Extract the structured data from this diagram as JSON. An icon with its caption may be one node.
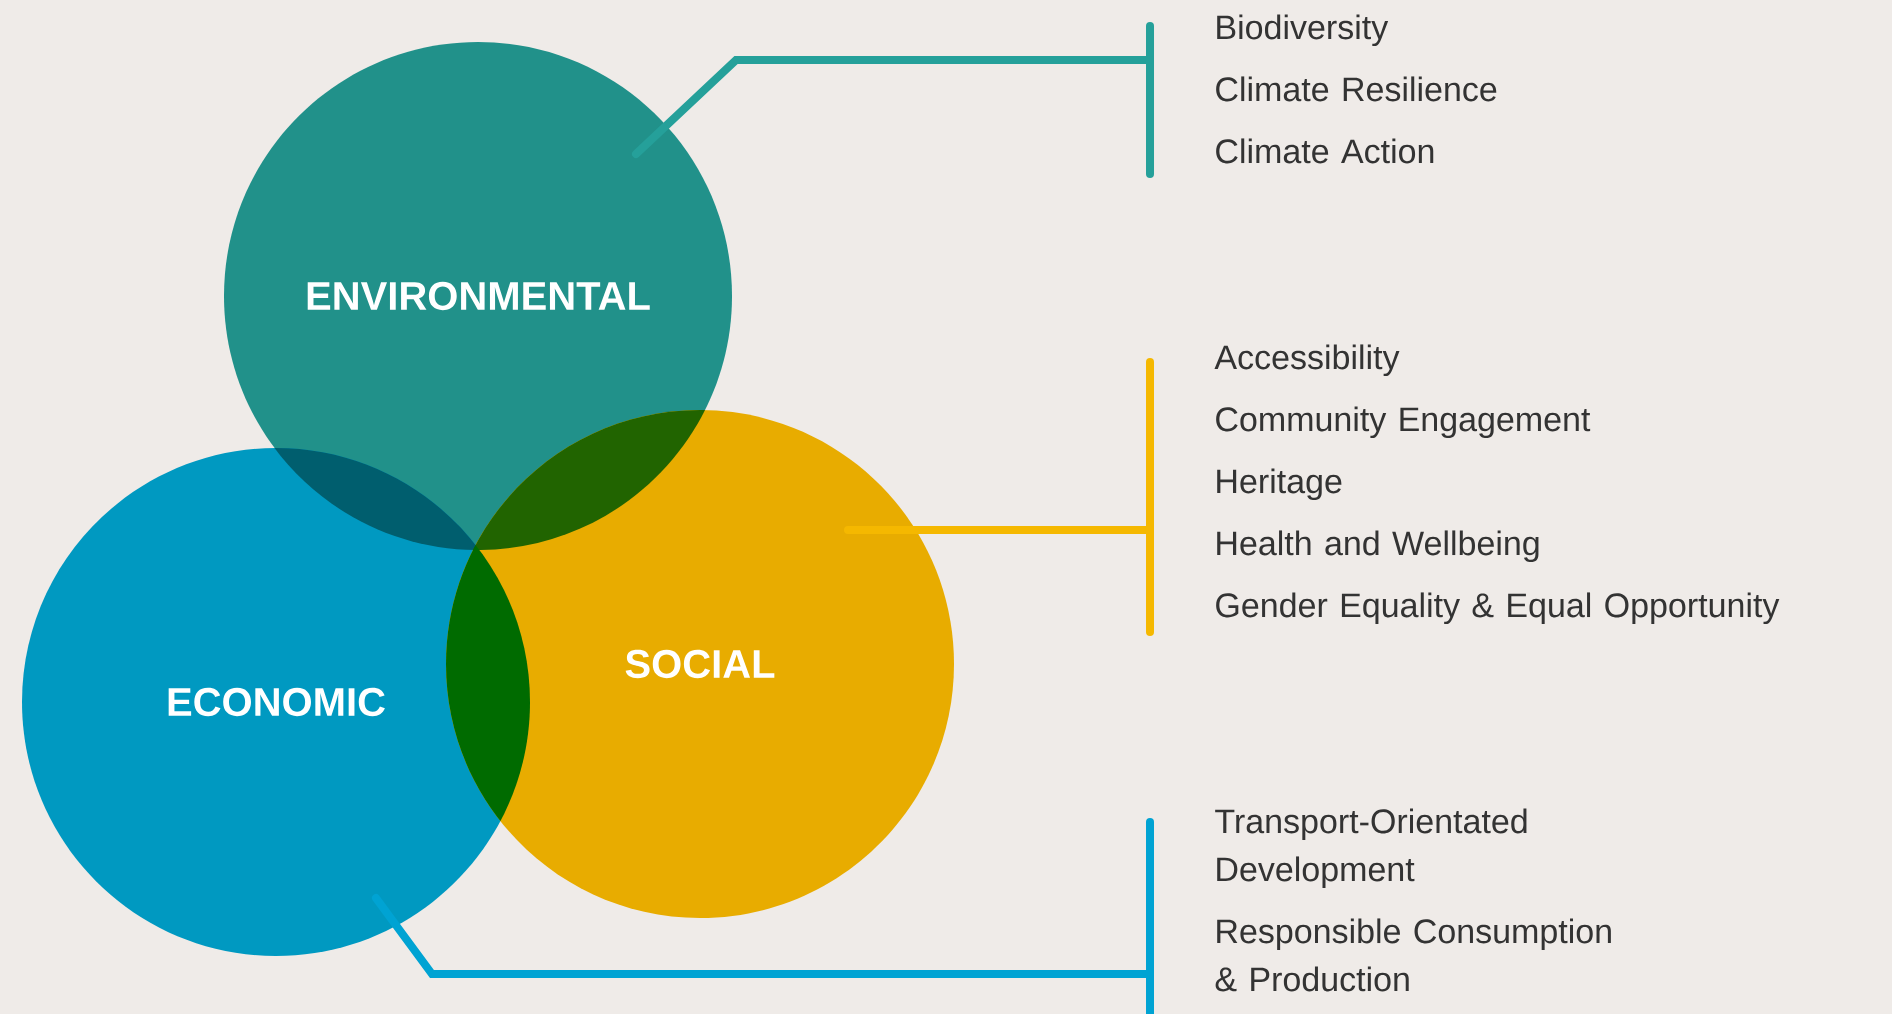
{
  "diagram": {
    "nodes": [
      {
        "text": [
          "ENVIRONMENTAL"
        ]
      },
      {
        "text": [
          "ECONOMIC"
        ]
      },
      {
        "text": [
          "SOCIAL"
        ]
      },
      {
        "text": [
          "Biodiversity",
          "Climate Resilience",
          "Climate Action"
        ]
      },
      {
        "text": [
          "Accessibility",
          "Community Engagement",
          "Heritage",
          "Health and Wellbeing",
          "Gender Equality & Equal Opportunity"
        ]
      },
      {
        "text": [
          "Transport-Orientated Development",
          "Responsible Consumption & Production"
        ]
      }
    ],
    "edges": [
      {
        "from": 0,
        "to": 3,
        "arrow": "none",
        "color": "#25a09a"
      },
      {
        "from": 2,
        "to": 4,
        "arrow": "none",
        "color": "#f5b800"
      },
      {
        "from": 1,
        "to": 5,
        "arrow": "none",
        "color": "#00a3d3"
      }
    ]
  }
}
